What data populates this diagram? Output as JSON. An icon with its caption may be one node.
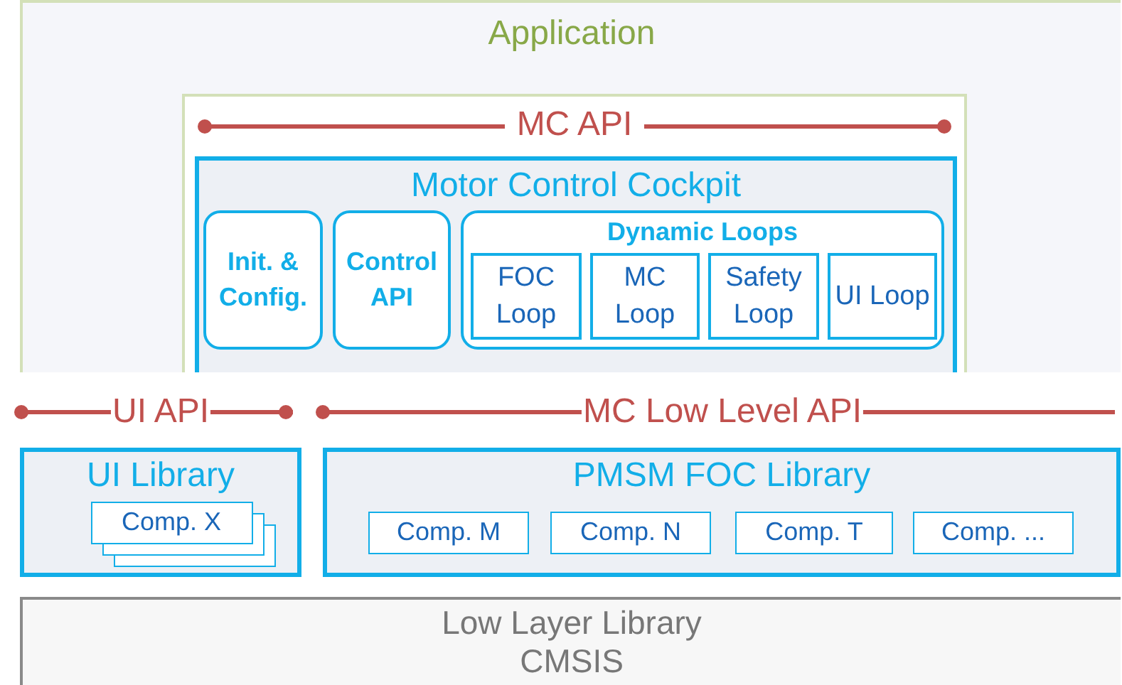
{
  "diagram": {
    "nodes": [
      {
        "text": [
          "Application"
        ]
      },
      {
        "text": [
          "MC API"
        ],
        "in": 0
      },
      {
        "text": [
          "Motor Control Cockpit"
        ],
        "in": 1
      },
      {
        "text": [
          "Init. & Config."
        ],
        "in": 2
      },
      {
        "text": [
          "Control API"
        ],
        "in": 2
      },
      {
        "text": [
          "Dynamic Loops"
        ],
        "in": 2
      },
      {
        "text": [
          "FOC Loop"
        ],
        "in": 5
      },
      {
        "text": [
          "MC Loop"
        ],
        "in": 5
      },
      {
        "text": [
          "Safety Loop"
        ],
        "in": 5
      },
      {
        "text": [
          "UI Loop"
        ],
        "in": 5
      },
      {
        "text": [
          "UI Library"
        ]
      },
      {
        "text": [
          "Comp. X"
        ],
        "in": 10
      },
      {
        "text": [
          "PMSM FOC Library"
        ]
      },
      {
        "text": [
          "Comp. M"
        ],
        "in": 12
      },
      {
        "text": [
          "Comp. N"
        ],
        "in": 12
      },
      {
        "text": [
          "Comp. T"
        ],
        "in": 12
      },
      {
        "text": [
          "Comp. ..."
        ],
        "in": 12
      },
      {
        "text": [
          "Low Layer Library",
          "CMSIS"
        ]
      }
    ],
    "edges": [],
    "labels": [
      "UI API",
      "MC Low Level API"
    ]
  }
}
